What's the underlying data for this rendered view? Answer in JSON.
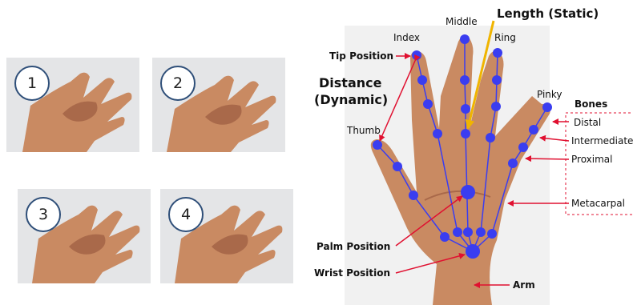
{
  "photos": [
    {
      "number": "1"
    },
    {
      "number": "2"
    },
    {
      "number": "3"
    },
    {
      "number": "4"
    }
  ],
  "labels": {
    "length_static": "Length (Static)",
    "distance_line1": "Distance",
    "distance_line2": "(Dynamic)",
    "tip_position": "Tip Position",
    "palm_position": "Palm Position",
    "wrist_position": "Wrist Position",
    "arm": "Arm",
    "index": "Index",
    "middle": "Middle",
    "ring": "Ring",
    "pinky": "Pinky",
    "thumb": "Thumb",
    "bones": "Bones",
    "distal": "Distal",
    "intermediate": "Intermediate",
    "proximal": "Proximal",
    "metacarpal": "Metacarpal"
  },
  "colors": {
    "joint": "#3a3df0",
    "bone_line": "#3a3df0",
    "arrow": "#e01030",
    "length_arrow": "#f0b400",
    "skin": "#c98a62",
    "photo_bg": "#e4e5e7",
    "circle_border": "#2f4f79"
  }
}
